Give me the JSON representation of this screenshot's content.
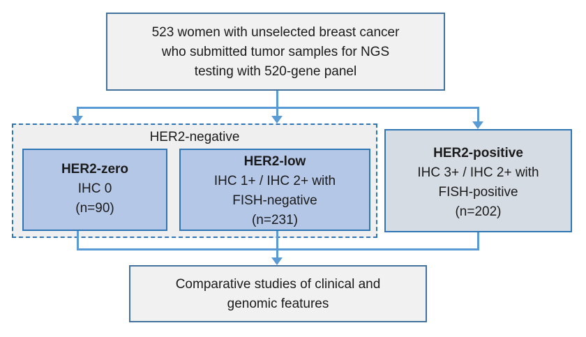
{
  "diagram": {
    "colors": {
      "connector": "#5b9bd5",
      "border_gray_box": "#41719c",
      "border_blue_box": "#2e75b6",
      "fill_light_gray": "#f1f1f1",
      "fill_light_blue": "#b4c7e7",
      "fill_blue_gray": "#d6dce4"
    },
    "boxes": {
      "cohort": {
        "lines": [
          "523 women with unselected breast cancer",
          "who submitted tumor samples for NGS",
          "testing with 520-gene panel"
        ]
      },
      "her2_negative_group": {
        "label": "HER2-negative"
      },
      "her2_zero": {
        "title": "HER2-zero",
        "lines": [
          "IHC 0",
          "(n=90)"
        ]
      },
      "her2_low": {
        "title": "HER2-low",
        "lines": [
          "IHC 1+ / IHC 2+ with",
          "FISH-negative",
          "(n=231)"
        ]
      },
      "her2_positive": {
        "title": "HER2-positive",
        "lines": [
          "IHC 3+ / IHC 2+ with",
          "FISH-positive",
          "(n=202)"
        ]
      },
      "outcome": {
        "lines": [
          "Comparative studies of clinical and",
          "genomic features"
        ]
      }
    }
  }
}
